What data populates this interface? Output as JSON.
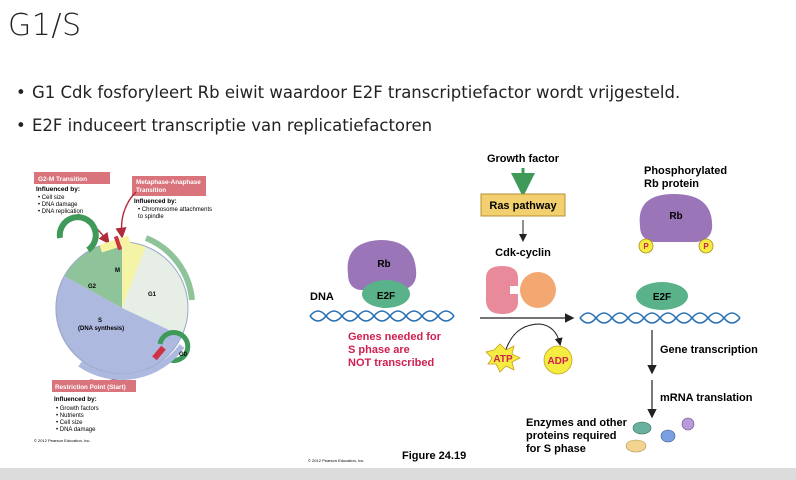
{
  "slide": {
    "title": "G1/S",
    "bullets": [
      "G1 Cdk fosforyleert Rb eiwit waardoor E2F transcriptiefactor wordt vrijgesteld.",
      "E2F induceert transcriptie van replicatiefactoren"
    ]
  },
  "cell_cycle": {
    "g2m": {
      "title": "G2-M Transition",
      "influenced": "Influenced by:",
      "items": [
        "• Cell size",
        "• DNA damage",
        "• DNA replication"
      ]
    },
    "metaphase": {
      "title_lines": [
        "Metaphase-Anaphase",
        "Transition"
      ],
      "influenced": "Influenced by:",
      "items": [
        "• Chromosome attachments",
        "   to spindle"
      ]
    },
    "restriction": {
      "title": "Restriction Point (Start)",
      "influenced": "Influenced by:",
      "items": [
        "• Growth factors",
        "• Nutrients",
        "• Cell size",
        "• DNA damage"
      ]
    },
    "phases": {
      "m": "M",
      "g2": "G2",
      "g1": "G1",
      "s": "S",
      "s_sub": "(DNA synthesis)",
      "g0": "G0"
    },
    "copyright": "© 2012 Pearson Education, Inc."
  },
  "pathway": {
    "growth_factor": "Growth factor",
    "ras": "Ras pathway",
    "cdk_cyclin": "Cdk-cyclin",
    "phospho_rb_lines": [
      "Phosphorylated",
      "Rb protein"
    ],
    "rb": "Rb",
    "p": "P",
    "dna": "DNA",
    "e2f": "E2F",
    "not_transcribed_lines": [
      "Genes needed for",
      "S phase are",
      "NOT transcribed"
    ],
    "atp": "ATP",
    "adp": "ADP",
    "gene_transcription": "Gene transcription",
    "mrna_translation": "mRNA translation",
    "enzymes_lines": [
      "Enzymes and other",
      "proteins required",
      "for S phase"
    ],
    "figure": "Figure 24.19",
    "copyright": "© 2012 Pearson Education, Inc."
  }
}
